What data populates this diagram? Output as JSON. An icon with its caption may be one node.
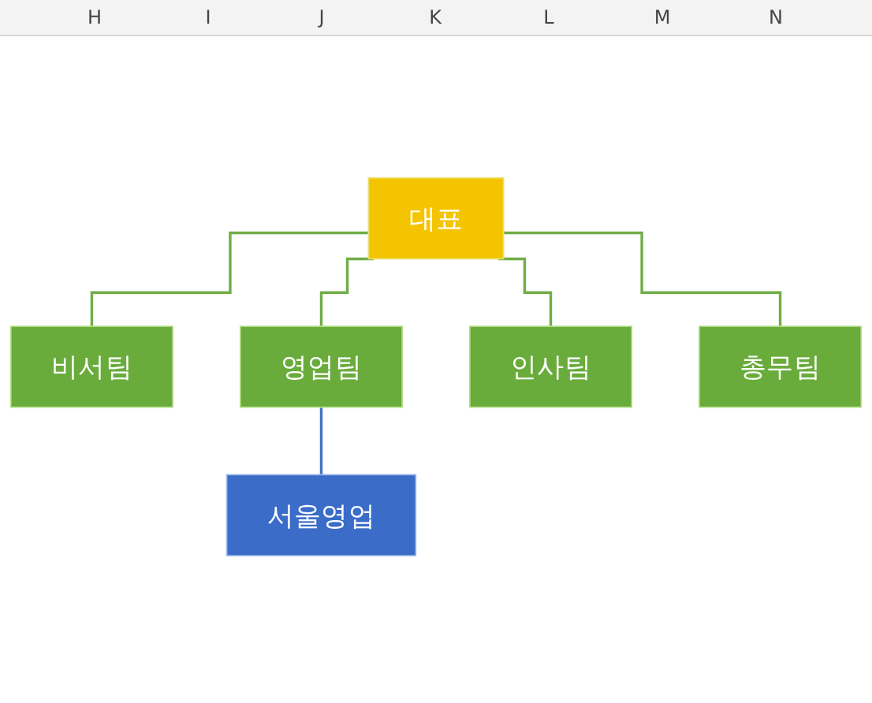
{
  "diagram": {
    "nodes": [
      {
        "text": [
          "대표"
        ]
      },
      {
        "text": [
          "비서팀"
        ]
      },
      {
        "text": [
          "영업팀"
        ]
      },
      {
        "text": [
          "인사팀"
        ]
      },
      {
        "text": [
          "총무팀"
        ]
      },
      {
        "text": [
          "서울영업"
        ]
      }
    ],
    "edges": [
      {
        "from": 0,
        "to": 1,
        "arrow": "none"
      },
      {
        "from": 0,
        "to": 2,
        "arrow": "none"
      },
      {
        "from": 0,
        "to": 3,
        "arrow": "none"
      },
      {
        "from": 0,
        "to": 4,
        "arrow": "none"
      },
      {
        "from": 2,
        "to": 5,
        "arrow": "none",
        "color": "#4472c4"
      }
    ],
    "labels": [
      "H",
      "I",
      "J",
      "K",
      "L",
      "M",
      "N"
    ]
  }
}
